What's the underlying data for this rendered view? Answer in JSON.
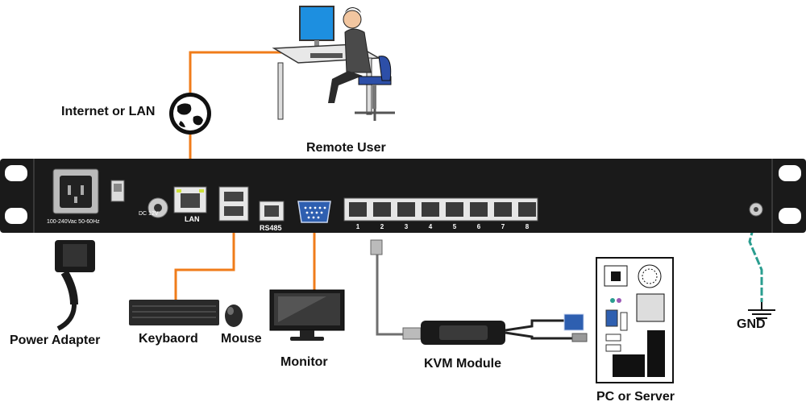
{
  "labels": {
    "internet": "Internet or LAN",
    "remote_user": "Remote User",
    "power_adapter": "Power Adapter",
    "keyboard": "Keybaord",
    "mouse": "Mouse",
    "monitor": "Monitor",
    "kvm_module": "KVM Module",
    "pc_server": "PC or Server",
    "gnd": "GND"
  },
  "panel": {
    "power_rating": "100-240Vac 50-60Hz",
    "dc": "DC 12V",
    "lan": "LAN",
    "rs485": "RS485",
    "ports": [
      "1",
      "2",
      "3",
      "4",
      "5",
      "6",
      "7",
      "8"
    ]
  },
  "colors": {
    "cable_orange": "#f07c1a",
    "gnd_teal": "#2a9d8f",
    "panel": "#1a1a1a",
    "vga_blue": "#2e5fb0"
  }
}
